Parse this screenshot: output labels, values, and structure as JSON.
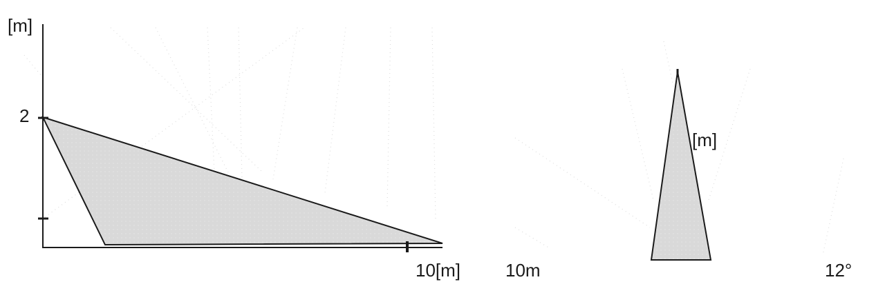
{
  "side_view": {
    "y_unit": "[m]",
    "y_tick_label": "2",
    "x_max_label": "10[m]"
  },
  "range_caption": "10m",
  "top_view": {
    "unit_label": "[m]"
  },
  "angle_caption": "12°",
  "colors": {
    "zone_fill": "#d9d9d9",
    "line": "#1a1a1a",
    "faint_dots": "#d8d8d8"
  }
}
